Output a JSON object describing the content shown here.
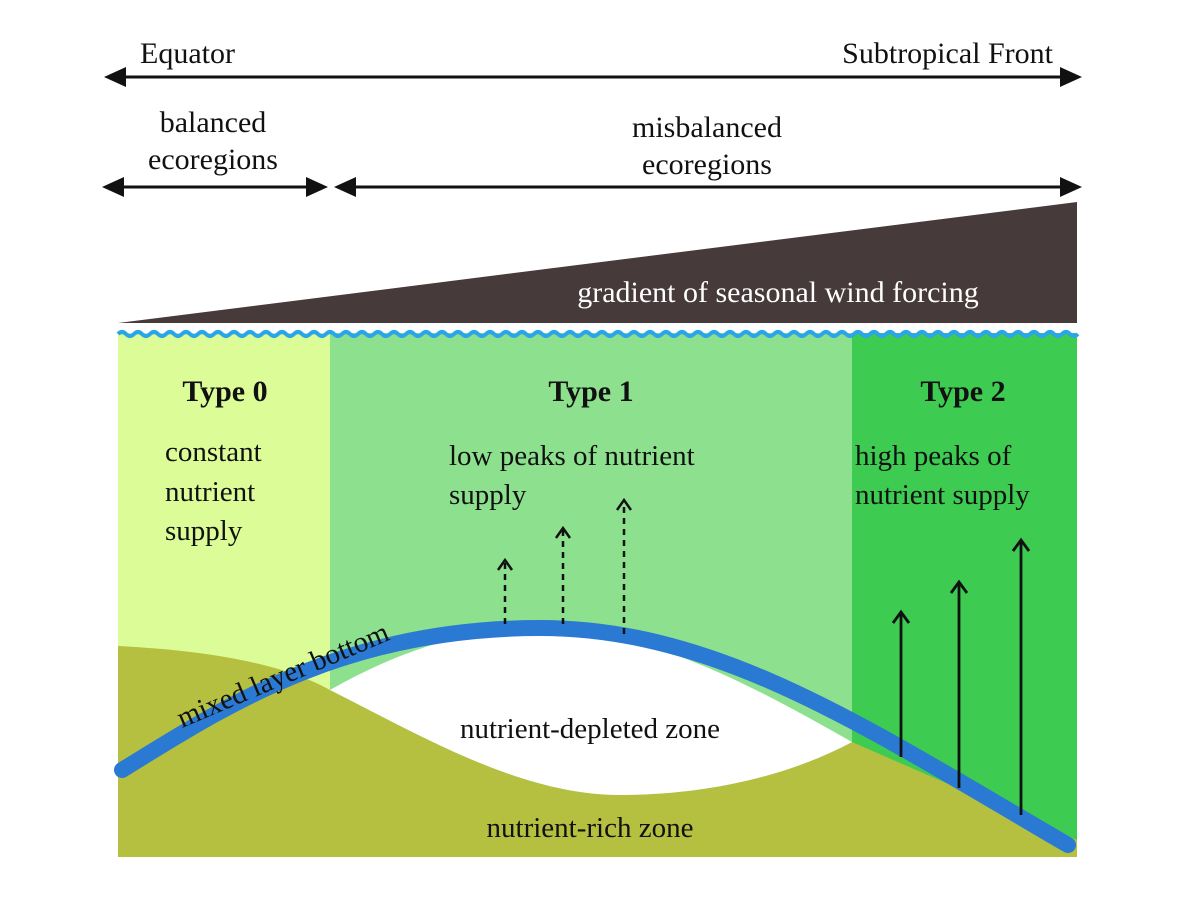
{
  "top": {
    "left_label": "Equator",
    "right_label": "Subtropical Front"
  },
  "regions": {
    "balanced": [
      "balanced",
      "ecoregions"
    ],
    "misbalanced": [
      "misbalanced",
      "ecoregions"
    ]
  },
  "wind": {
    "label": "gradient of seasonal wind forcing"
  },
  "types": [
    {
      "title": "Type 0",
      "lines": [
        "constant",
        "nutrient",
        "supply"
      ]
    },
    {
      "title": "Type 1",
      "lines": [
        "low peaks of nutrient",
        "supply"
      ]
    },
    {
      "title": "Type 2",
      "lines": [
        "high peaks of",
        "nutrient supply"
      ]
    }
  ],
  "zones": {
    "mixed_layer": "mixed layer bottom",
    "depleted": "nutrient-depleted zone",
    "rich": "nutrient-rich zone"
  },
  "colors": {
    "type0_bg": "#dcfc98",
    "type1_bg": "#8ce08e",
    "type2_bg": "#3dcb51",
    "rich_zone": "#b5bf40",
    "mixed_layer_line": "#2a79d2",
    "wind_wedge": "#463a3a",
    "wave_line": "#2aa6e8"
  }
}
